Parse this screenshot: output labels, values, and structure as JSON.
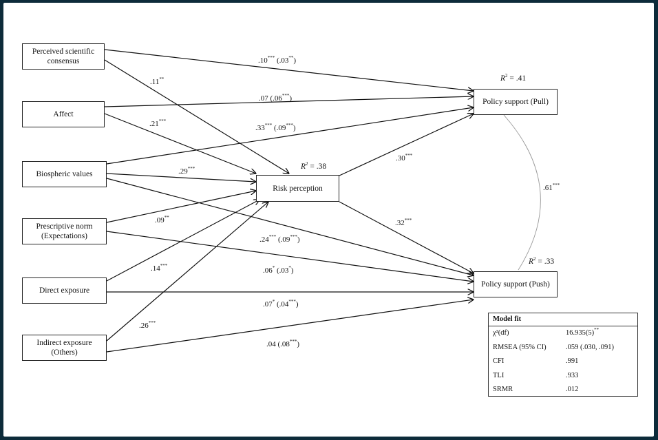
{
  "diagram": {
    "nodes": {
      "consensus": {
        "line1": "Perceived scientific",
        "line2": "consensus"
      },
      "affect": {
        "line1": "Affect"
      },
      "biospheric": {
        "line1": "Biospheric values"
      },
      "norm": {
        "line1": "Prescriptive norm",
        "line2": "(Expectations)"
      },
      "direct": {
        "line1": "Direct exposure"
      },
      "indirect": {
        "line1": "Indirect exposure",
        "line2": "(Others)"
      },
      "risk": {
        "line1": "Risk perception"
      },
      "pull": {
        "line1": "Policy support (Pull)"
      },
      "push": {
        "line1": "Policy support (Push)"
      }
    },
    "r_squared": {
      "pull": {
        "label": "R",
        "sup": "2",
        "rest": " = .41"
      },
      "risk": {
        "label": "R",
        "sup": "2",
        "rest": " = .38"
      },
      "push": {
        "label": "R",
        "sup": "2",
        "rest": " = .33"
      }
    },
    "paths": {
      "consensus_pull": {
        "val": ".10",
        "sig": "***",
        "paren": " (.03",
        "psig": "**",
        "close": ")"
      },
      "consensus_risk": {
        "val": ".11",
        "sig": "**"
      },
      "affect_pull": {
        "val": ".07 (.06",
        "sig": "***",
        "close": ")"
      },
      "affect_risk": {
        "val": ".21",
        "sig": "***"
      },
      "bio_pull": {
        "val": ".33",
        "sig": "***",
        "paren": " (.09",
        "psig": "***",
        "close": ")"
      },
      "bio_risk": {
        "val": ".29",
        "sig": "***"
      },
      "norm_risk": {
        "val": ".09",
        "sig": "**"
      },
      "bio_push": {
        "val": ".24",
        "sig": "***",
        "paren": " (.09",
        "psig": "***",
        "close": ")"
      },
      "direct_risk": {
        "val": ".14",
        "sig": "***"
      },
      "norm_push": {
        "val": ".06",
        "sig": "*",
        "paren": " (.03",
        "psig": "*",
        "close": ")"
      },
      "direct_push": {
        "val": ".07",
        "sig": "*",
        "paren": " (.04",
        "psig": "***",
        "close": ")"
      },
      "indirect_risk": {
        "val": ".26",
        "sig": "***"
      },
      "indirect_push": {
        "val": ".04 (.08",
        "sig": "***",
        "close": ")"
      },
      "risk_pull": {
        "val": ".30",
        "sig": "***"
      },
      "risk_push": {
        "val": ".32",
        "sig": "***"
      },
      "pull_push": {
        "val": ".61",
        "sig": "***"
      }
    },
    "model_fit": {
      "title": "Model fit",
      "rows": [
        {
          "label": "χ²(df)",
          "value": "16.935(5)",
          "value_sup": "**"
        },
        {
          "label": "RMSEA (95% CI)",
          "value": ".059 (.030, .091)",
          "value_sup": ""
        },
        {
          "label": "CFI",
          "value": ".991",
          "value_sup": ""
        },
        {
          "label": "TLI",
          "value": ".933",
          "value_sup": ""
        },
        {
          "label": "SRMR",
          "value": ".012",
          "value_sup": ""
        }
      ]
    }
  }
}
